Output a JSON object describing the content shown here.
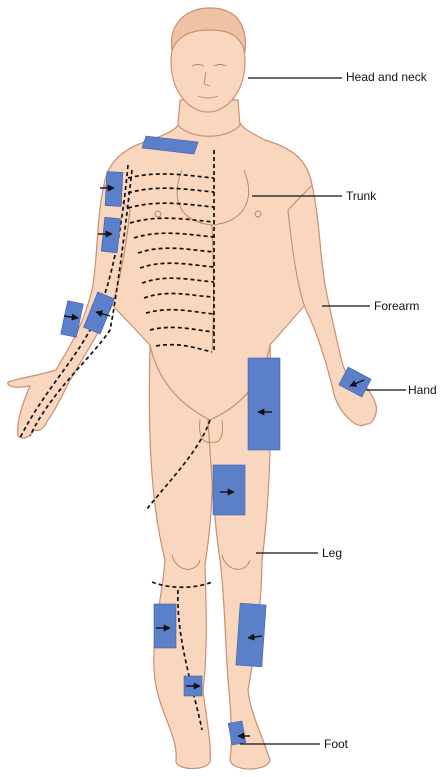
{
  "labels": {
    "head_neck": "Head and neck",
    "trunk": "Trunk",
    "forearm": "Forearm",
    "hand": "Hand",
    "leg": "Leg",
    "foot": "Foot"
  },
  "colors": {
    "skin": "#f9d7bf",
    "skin_outline": "#c98f72",
    "patch": "#5b7fc9",
    "line": "#111111"
  }
}
